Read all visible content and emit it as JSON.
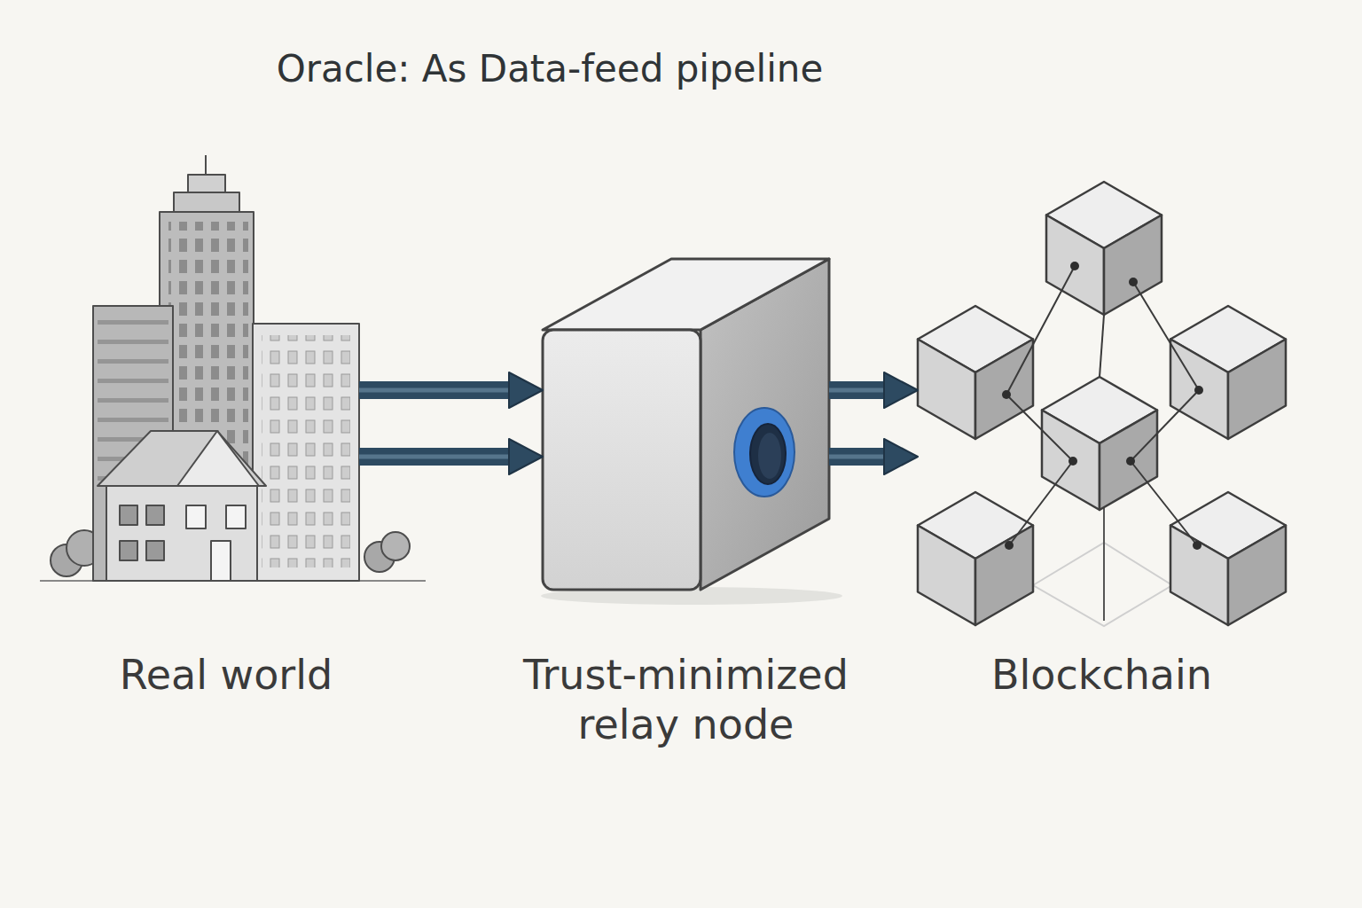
{
  "diagram": {
    "title": "Oracle: As Data-feed pipeline",
    "nodes": [
      {
        "text": [
          "Real world"
        ]
      },
      {
        "text": [
          "Trust-minimized relay node"
        ]
      },
      {
        "text": [
          "Blockchain"
        ]
      }
    ],
    "edges": [
      {
        "from": 0,
        "to": 1,
        "arrow": "to"
      },
      {
        "from": 0,
        "to": 1,
        "arrow": "to"
      },
      {
        "from": 1,
        "to": 2,
        "arrow": "to"
      },
      {
        "from": 1,
        "to": 2,
        "arrow": "to"
      }
    ]
  }
}
